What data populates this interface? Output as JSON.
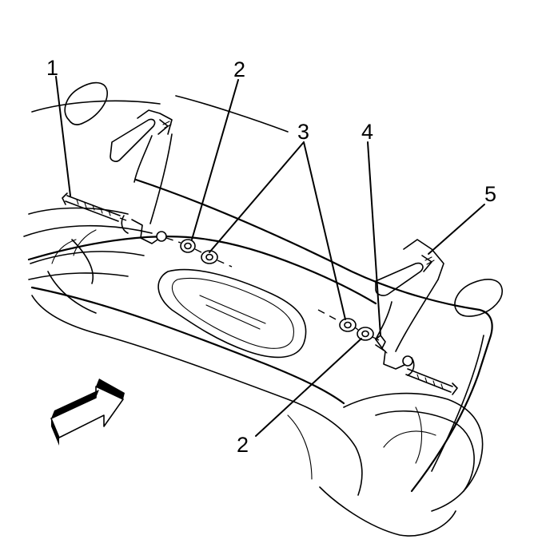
{
  "callouts": {
    "c1": "1",
    "c2_top": "2",
    "c3": "3",
    "c4": "4",
    "c5": "5",
    "c2_bottom": "2"
  },
  "parts": [
    {
      "callout": "1",
      "icon": "bolt-icon"
    },
    {
      "callout": "2",
      "icon": "washer-icon"
    },
    {
      "callout": "3",
      "icon": "nut-icon"
    },
    {
      "callout": "4",
      "icon": "hinge-bracket-icon"
    },
    {
      "callout": "5",
      "icon": "hinge-icon"
    }
  ],
  "view_arrow_icon": "front-of-vehicle-arrow-icon",
  "colors": {
    "ink": "#000000",
    "paper": "#ffffff"
  }
}
